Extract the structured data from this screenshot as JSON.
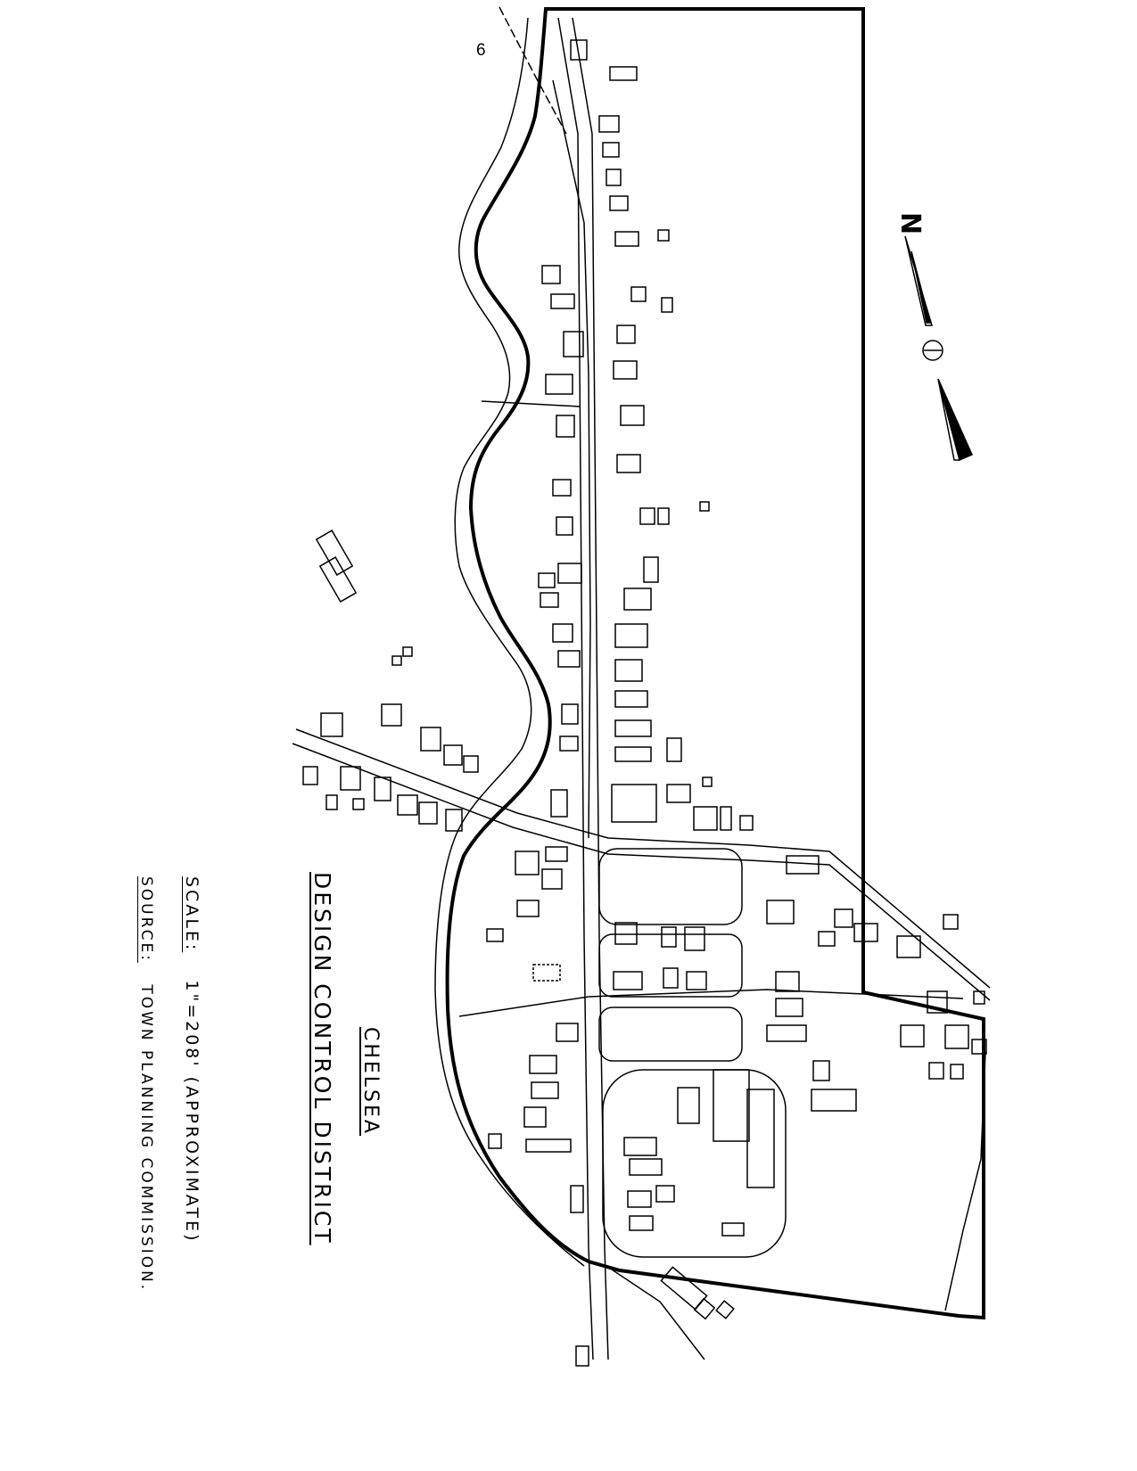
{
  "page_number": "6",
  "title": {
    "town": "CHELSEA",
    "district": "DESIGN CONTROL DISTRICT"
  },
  "scale": {
    "label": "SCALE:",
    "value": "1\"=208' (APPROXIMATE)"
  },
  "source": {
    "label": "SOURCE:",
    "value": "TOWN PLANNING COMMISSION."
  },
  "north_arrow": {
    "letter": "N",
    "icon": "north-arrow-icon"
  },
  "colors": {
    "ink": "#000000",
    "paper": "#ffffff"
  }
}
